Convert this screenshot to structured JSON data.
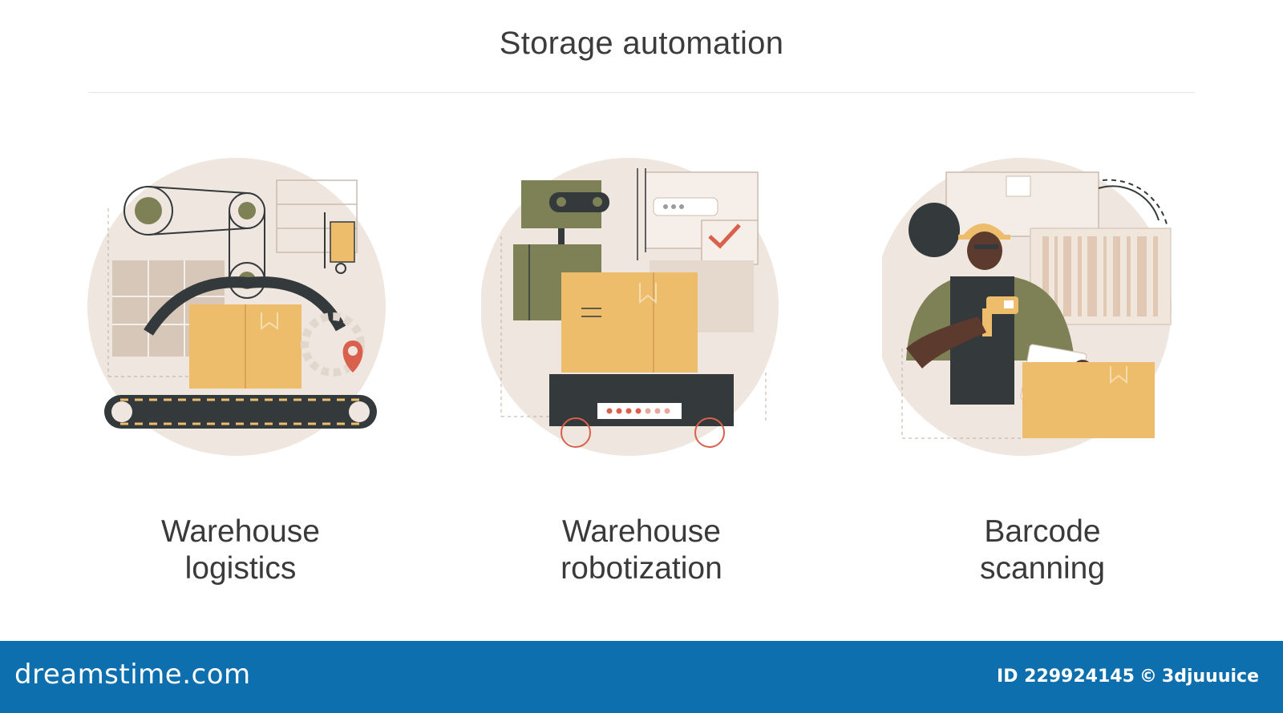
{
  "header": {
    "title": "Storage automation"
  },
  "cards": [
    {
      "line1": "Warehouse",
      "line2": "logistics",
      "icon": "warehouse-logistics-illustration"
    },
    {
      "line1": "Warehouse",
      "line2": "robotization",
      "icon": "warehouse-robot-illustration"
    },
    {
      "line1": "Barcode",
      "line2": "scanning",
      "icon": "barcode-scanning-illustration"
    }
  ],
  "footer": {
    "brand": "dreamstime.com",
    "id_label": "ID 229924145",
    "copyright_symbol": "©",
    "author": "3djuuuice"
  },
  "colors": {
    "circle": "#efe6df",
    "box": "#edbd6c",
    "olive": "#7e8056",
    "dark": "#34393c",
    "accent": "#d9604c",
    "footer": "#0d6fad"
  }
}
